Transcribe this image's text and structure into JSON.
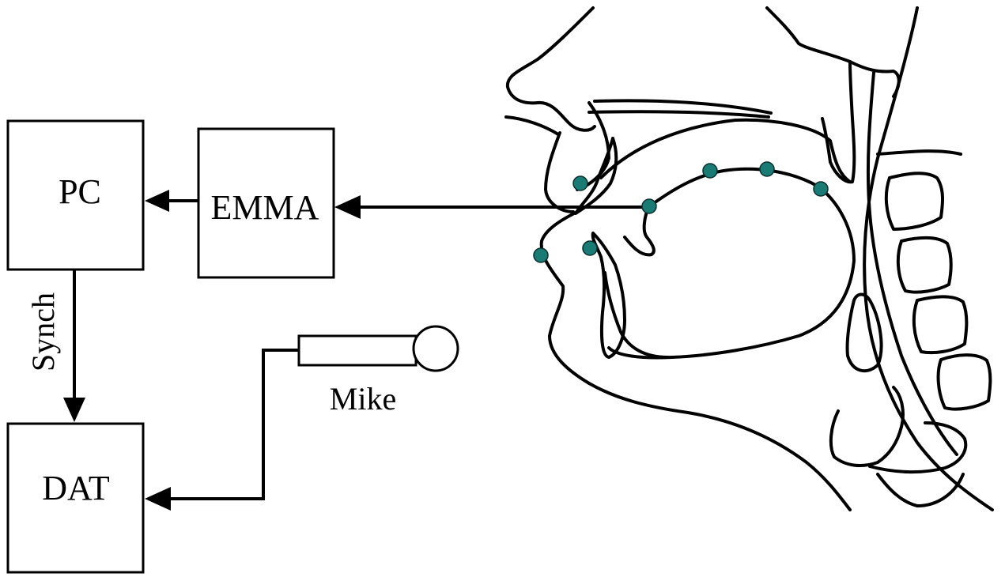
{
  "labels": {
    "pc": "PC",
    "emma": "EMMA",
    "dat": "DAT",
    "synch": "Synch",
    "mike": "Mike"
  },
  "colors": {
    "sensor": "#1a7a74",
    "line": "#000000",
    "background": "#ffffff"
  }
}
